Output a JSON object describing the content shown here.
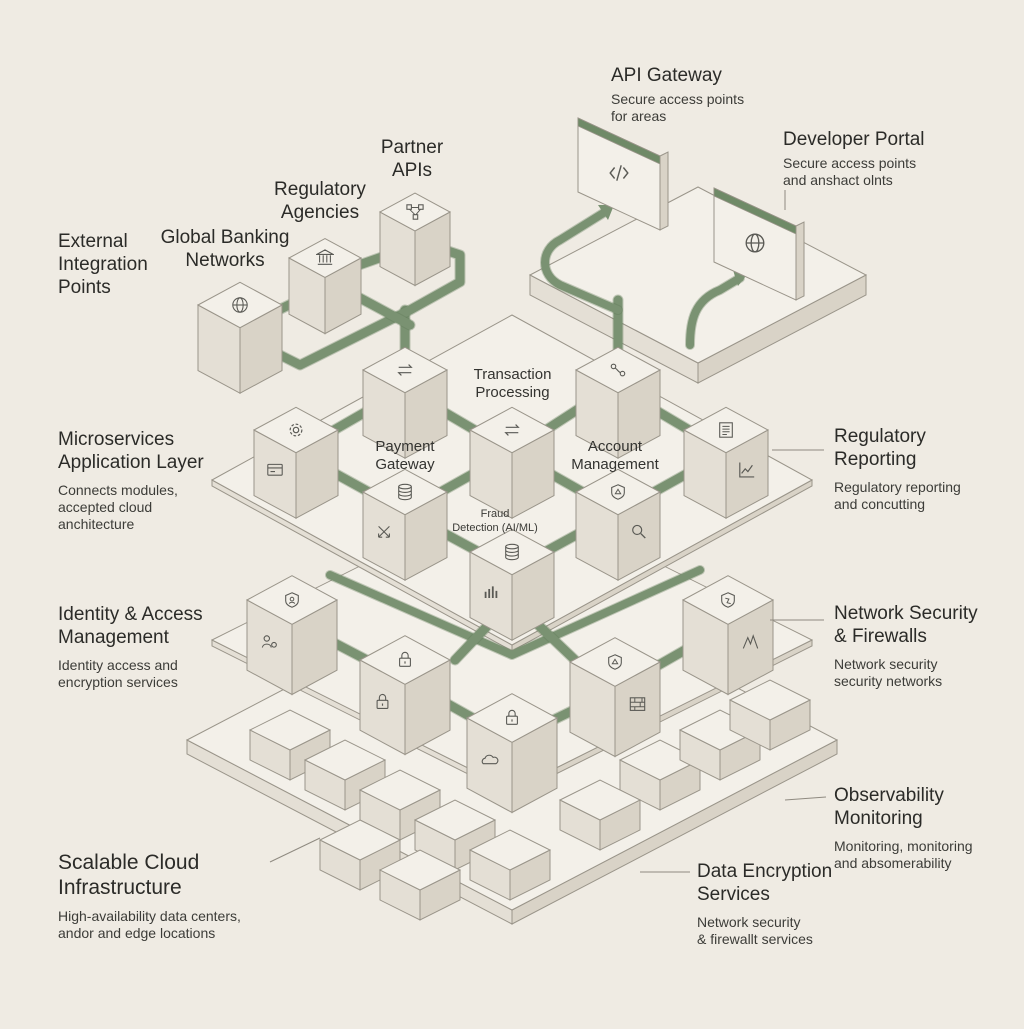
{
  "colors": {
    "background": "#efebe3",
    "box_top": "#f3f0e9",
    "box_left": "#e4dfd5",
    "box_right": "#d9d3c7",
    "edge": "#9a958a",
    "connector": "#7a9272",
    "connector_dark": "#5f7857",
    "window_header": "#6f8a67"
  },
  "external": {
    "title_lines": [
      "External",
      "Integration",
      "Points"
    ],
    "global_banking": [
      "Global Banking",
      "Networks"
    ],
    "regulatory_agencies": [
      "Regulatory",
      "Agencies"
    ],
    "partner_apis": [
      "Partner",
      "APIs"
    ]
  },
  "api_gateway": {
    "title": "API Gateway",
    "desc_lines": [
      "Secure access points",
      "for areas"
    ]
  },
  "developer_portal": {
    "title": "Developer Portal",
    "desc_lines": [
      "Secure access points",
      "and anshact olnts"
    ]
  },
  "microservices": {
    "title_lines": [
      "Microservices",
      "Application Layer"
    ],
    "desc_lines": [
      "Connects modules,",
      "accepted cloud",
      "anchitecture"
    ],
    "transaction_processing": [
      "Transaction",
      "Processing"
    ],
    "payment_gateway": [
      "Payment",
      "Gateway"
    ],
    "account_management": [
      "Account",
      "Management"
    ],
    "fraud_detection": [
      "Fraud",
      "Detection (AI/ML)"
    ]
  },
  "regulatory_reporting": {
    "title_lines": [
      "Regulatory",
      "Reporting"
    ],
    "desc_lines": [
      "Regulatory reporting",
      "and concutting"
    ]
  },
  "identity_access": {
    "title_lines": [
      "Identity & Access",
      "Management"
    ],
    "desc_lines": [
      "Identity access and",
      "encryption services"
    ]
  },
  "network_security": {
    "title_lines": [
      "Network Security",
      "& Firewalls"
    ],
    "desc_lines": [
      "Network security",
      "security networks"
    ]
  },
  "observability": {
    "title_lines": [
      "Observability",
      "Monitoring"
    ],
    "desc_lines": [
      "Monitoring, monitoring",
      "and absomerability"
    ]
  },
  "cloud_infra": {
    "title_lines": [
      "Scalable Cloud",
      "Infrastructure"
    ],
    "desc_lines": [
      "High-availability data centers,",
      "andor and edge locations"
    ]
  },
  "data_encryption": {
    "title_lines": [
      "Data Encryption",
      "Services"
    ],
    "desc_lines": [
      "Network security",
      "& firewallt services"
    ]
  },
  "icons": {
    "external": [
      "globe-icon",
      "bank-icon",
      "network-nodes-icon"
    ],
    "api": [
      "code-icon",
      "globe-icon"
    ],
    "app": [
      "exchange-icon",
      "route-icon",
      "gear-icon",
      "card-icon",
      "transfer-icon",
      "database-icon",
      "swap-icon",
      "database-icon",
      "shield-icon",
      "search-icon",
      "document-icon",
      "trend-chart-icon",
      "bar-chart-icon"
    ],
    "security": [
      "user-shield-icon",
      "users-icon",
      "lock-icon",
      "lock-icon",
      "cloud-icon",
      "shield-lock-icon",
      "firewall-icon",
      "shield-alert-icon",
      "mountain-icon"
    ]
  }
}
